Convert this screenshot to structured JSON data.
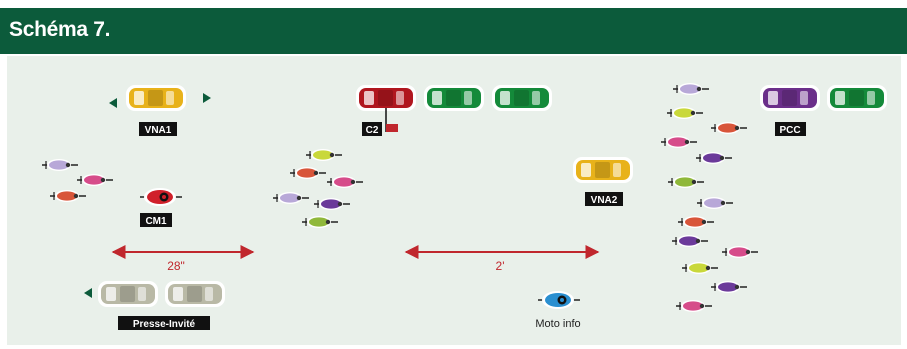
{
  "header": {
    "title": "Schéma 7."
  },
  "colors": {
    "header_bg": "#0c5b3b",
    "field_bg": "#e9f0ea",
    "arrow_red": "#c0272d",
    "nav_green": "#0c5b3b"
  },
  "vehicles": {
    "vna1": {
      "label": "VNA1",
      "color": "#e8b21a"
    },
    "c2": {
      "label": "C2",
      "color": "#b0161e"
    },
    "pcc": {
      "label": "PCC",
      "color": "#6b2f8a"
    },
    "vna2": {
      "label": "VNA2",
      "color": "#e8b21a"
    },
    "press": {
      "label": "Presse-Invité",
      "color": "#b9b9a6"
    },
    "team_cars_color": "#148a3a"
  },
  "motos": {
    "cm1": {
      "label": "CM1",
      "color": "#d0202a"
    },
    "info": {
      "label": "Moto info",
      "color": "#2a8fd0"
    }
  },
  "gaps": {
    "left": "28\"",
    "middle": "2'"
  },
  "rider_colors": [
    "#b8a8d8",
    "#d64c8a",
    "#d8553a",
    "#c9d83a",
    "#6b3a9a",
    "#8fb83a",
    "#2f8a3a"
  ]
}
